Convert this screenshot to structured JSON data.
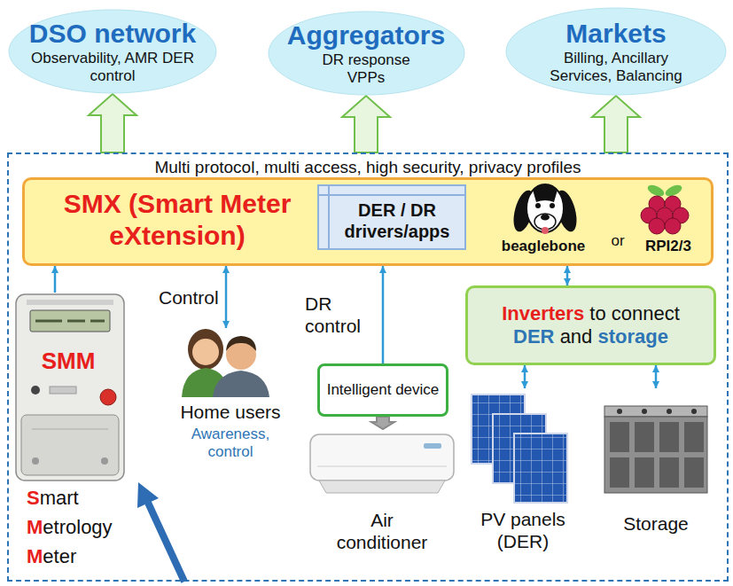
{
  "diagram": {
    "nodes": [
      {
        "text": [
          "DSO network",
          "Observability, AMR DER control"
        ]
      },
      {
        "text": [
          "Aggregators",
          "DR response VPPs"
        ]
      },
      {
        "text": [
          "Markets",
          "Billing, Ancillary Services, Balancing"
        ]
      },
      {
        "text": [
          "Multi protocol, multi access, high security, privacy profiles"
        ]
      },
      {
        "text": [
          "SMX (Smart Meter eXtension)"
        ],
        "in": 3
      },
      {
        "text": [
          "DER / DR drivers/apps"
        ],
        "in": 4
      },
      {
        "text": [
          "SMM",
          "Smart Metrology Meter"
        ],
        "in": 3
      },
      {
        "text": [
          "Home users",
          "Awareness, control"
        ],
        "in": 3
      },
      {
        "text": [
          "Intelligent device"
        ],
        "in": 3
      },
      {
        "text": [
          "Air conditioner"
        ],
        "in": 3
      },
      {
        "text": [
          "Inverters to connect DER and storage"
        ],
        "in": 3
      },
      {
        "text": [
          "PV panels (DER)"
        ],
        "in": 3
      },
      {
        "text": [
          "Storage"
        ],
        "in": 3
      }
    ],
    "edges": [
      {
        "from": 3,
        "to": 0,
        "arrow": "to"
      },
      {
        "from": 3,
        "to": 1,
        "arrow": "to"
      },
      {
        "from": 3,
        "to": 2,
        "arrow": "to"
      },
      {
        "from": 6,
        "to": 4,
        "arrow": "to"
      },
      {
        "from": 7,
        "to": 4,
        "label": "Control",
        "arrow": "both"
      },
      {
        "from": 8,
        "to": 4,
        "label": "DR control",
        "arrow": "to"
      },
      {
        "from": 10,
        "to": 4,
        "arrow": "both"
      },
      {
        "from": 11,
        "to": 10,
        "arrow": "both"
      },
      {
        "from": 12,
        "to": 10,
        "arrow": "both"
      },
      {
        "from": 8,
        "to": 9,
        "arrow": "to"
      }
    ],
    "labels": [
      "beaglebone",
      "or",
      "RPI2/3"
    ]
  }
}
